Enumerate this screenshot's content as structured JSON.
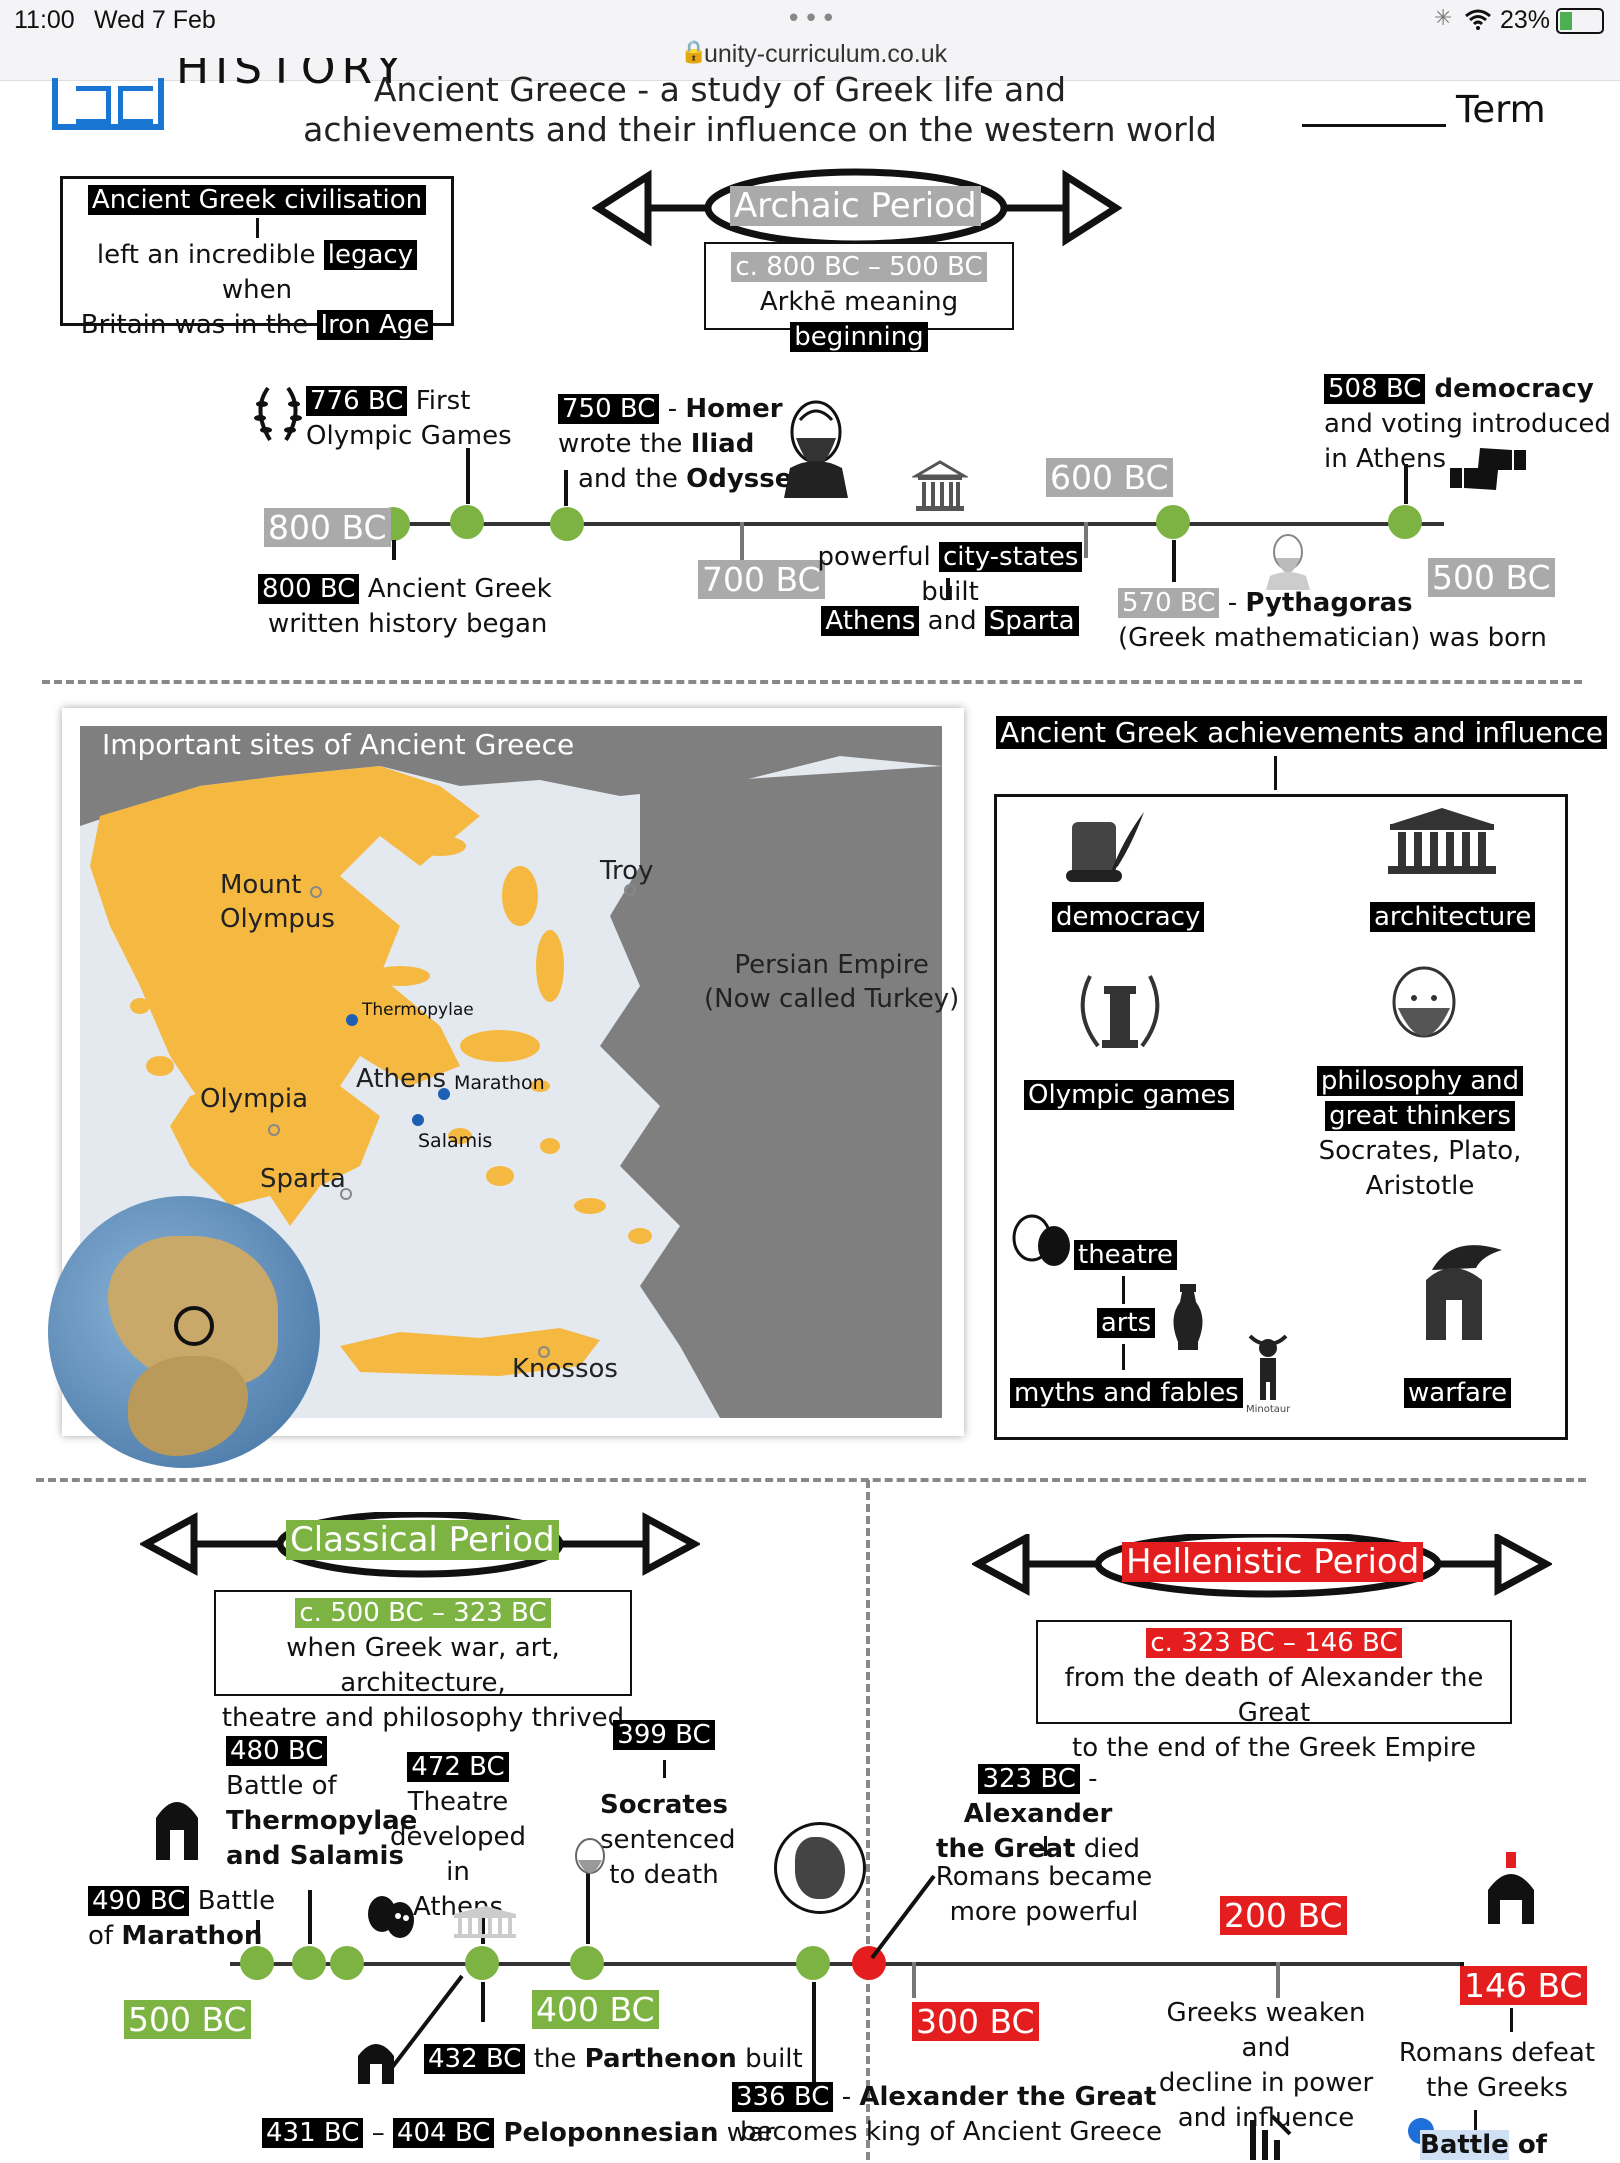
{
  "status": {
    "time": "11:00",
    "date": "Wed 7 Feb",
    "url": "unity-curriculum.co.uk",
    "battery": "23%"
  },
  "header": {
    "logo_text": "HISTORY",
    "title_line1": "Ancient Greece - a study of Greek life and",
    "title_line2": "achievements and their influence on the western world",
    "term": "Term"
  },
  "civ_box": {
    "title": "Ancient Greek civilisation",
    "p1": "left an incredible ",
    "legacy": "legacy",
    "p2": " when",
    "p3": "Britain was in the ",
    "iron": "Iron Age"
  },
  "archaic": {
    "name": "Archaic Period",
    "dates": "c. 800 BC – 500 BC",
    "meaning_pre": "Arkhē meaning ",
    "meaning": "beginning"
  },
  "timeline1": {
    "start": "800 BC",
    "t700": "700 BC",
    "t600": "600 BC",
    "end": "500 BC",
    "e776_date": "776 BC",
    "e776_a": " First",
    "e776_b": "Olympic Games",
    "e750_date": "750 BC",
    "e750_a": " - ",
    "e750_homer": "Homer",
    "e750_b": "wrote the ",
    "e750_iliad": "Iliad",
    "e750_c": "and the ",
    "e750_odyssey": "Odyssey",
    "e508_date": "508 BC",
    "e508_a": " democracy",
    "e508_b": "and voting introduced",
    "e508_c": "in Athens",
    "e800_date": "800 BC",
    "e800_a": " Ancient Greek",
    "e800_b": "written history began",
    "cs_pre": "powerful ",
    "cs": "city-states",
    "cs_post": " built",
    "athens": "Athens",
    "and": " and ",
    "sparta": "Sparta",
    "e570_date": "570 BC",
    "e570_a": " - ",
    "e570_name": "Pythagoras",
    "e570_b": "(Greek mathematician) was born"
  },
  "map": {
    "title": "Important sites of Ancient Greece",
    "labels": {
      "mount": "Mount",
      "olympus": "Olympus",
      "troy": "Troy",
      "persian1": "Persian Empire",
      "persian2": "(Now called Turkey)",
      "thermopylae": "Thermopylae",
      "athens": "Athens",
      "marathon": "Marathon",
      "salamis": "Salamis",
      "olympia": "Olympia",
      "sparta": "Sparta",
      "knossos": "Knossos"
    }
  },
  "achievements": {
    "title": "Ancient Greek achievements and influence",
    "democracy": "democracy",
    "architecture": "architecture",
    "olympic": "Olympic games",
    "phil1": "philosophy and",
    "phil2": "great thinkers",
    "phil3": "Socrates, Plato,",
    "phil4": "Aristotle",
    "theatre": "theatre",
    "arts": "arts",
    "myths": "myths and fables",
    "warfare": "warfare",
    "minotaur": "Minotaur"
  },
  "classical": {
    "name": "Classical Period",
    "dates": "c. 500 BC – 323 BC",
    "desc1": "when Greek war, art, architecture,",
    "desc2": "theatre and philosophy thrived",
    "start": "500 BC",
    "t400": "400 BC",
    "e480_date": "480 BC",
    "e480_a": "Battle of",
    "e480_b": "Thermopylae",
    "e480_c": "and Salamis",
    "e472_date": "472 BC",
    "e472_a": "Theatre",
    "e472_b": "developed in",
    "e472_c": "Athens",
    "e399_date": "399 BC",
    "e399_a": "Socrates",
    "e399_b": "sentenced",
    "e399_c": "to death",
    "e490_date": "490 BC",
    "e490_a": " Battle",
    "e490_b": "of ",
    "e490_c": "Marathon",
    "e432_date": "432 BC",
    "e432_a": " the ",
    "e432_b": "Parthenon",
    "e432_c": " built",
    "e431_date": "431 BC",
    "e431_dash": " – ",
    "e404_date": "404 BC",
    "e404_a": " Peloponnesian",
    "e404_b": " war",
    "e336_date": "336 BC",
    "e336_a": " - ",
    "e336_b": "Alexander the Great",
    "e336_c": "becomes king of Ancient Greece"
  },
  "hellenistic": {
    "name": "Hellenistic Period",
    "dates": "c. 323 BC – 146 BC",
    "desc1": "from the death of Alexander the Great",
    "desc2": "to the end of the Greek Empire",
    "e323_date": "323 BC",
    "e323_a": " - ",
    "e323_b": "Alexander",
    "e323_c": "the Great",
    "e323_d": " died",
    "romans1": "Romans became",
    "romans2": "more powerful",
    "t300": "300 BC",
    "t200": "200 BC",
    "e146": "146 BC",
    "weaken1": "Greeks weaken and",
    "weaken2": "decline in power",
    "weaken3": "and influence",
    "defeat1": "Romans defeat",
    "defeat2": "the Greeks",
    "battle": "Battle",
    "of": " of"
  }
}
